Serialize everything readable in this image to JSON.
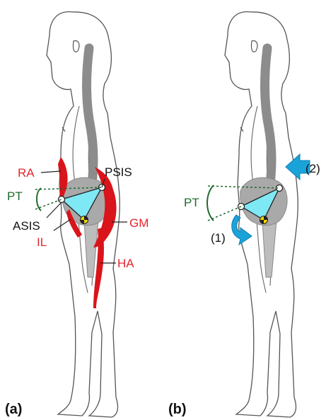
{
  "panels": [
    {
      "caption": "(a)",
      "labels": {
        "ra": "RA",
        "psis": "PSIS",
        "pt": "PT",
        "asis": "ASIS",
        "il": "IL",
        "gm": "GM",
        "ha": "HA"
      }
    },
    {
      "caption": "(b)",
      "labels": {
        "pt": "PT",
        "arrow1": "(1)",
        "arrow2": "(2)"
      }
    }
  ],
  "colors": {
    "muscle": "#d9141a",
    "muscle_label": "#e3262c",
    "pt_label": "#1e6b2e",
    "pelvis_triangle": "#7fe8f5",
    "arrow": "#1aa3d9",
    "spine": "#8c8c8c",
    "bone": "#bdbdbd",
    "pelvis": "#a9a9a9",
    "outline": "#555555"
  }
}
